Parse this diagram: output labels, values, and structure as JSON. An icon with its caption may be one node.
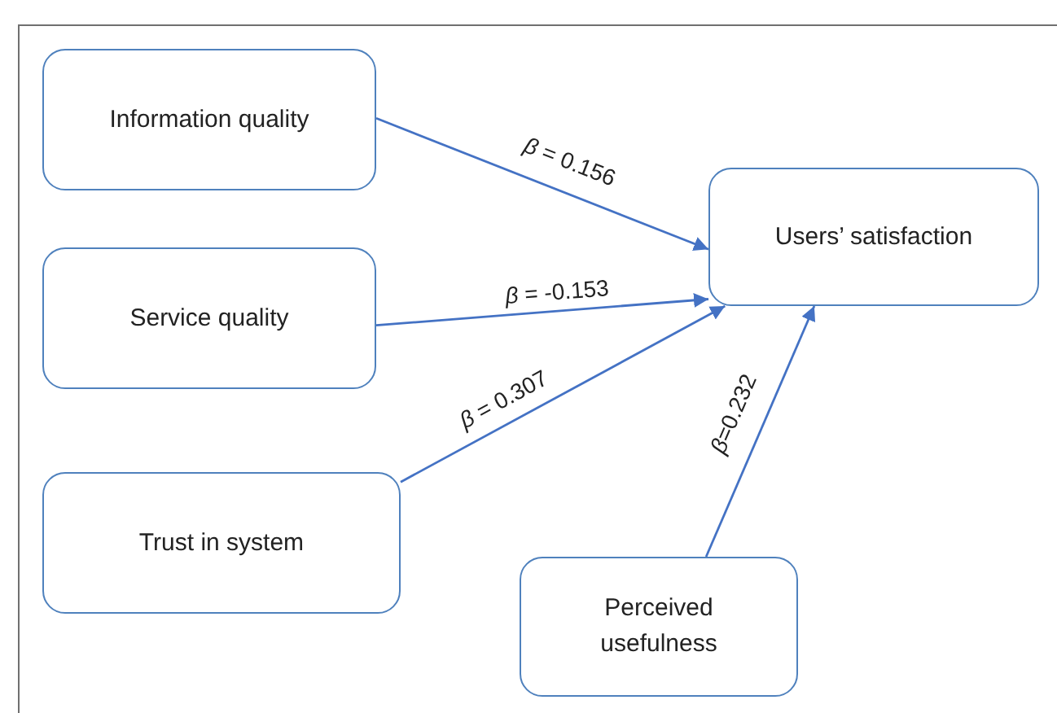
{
  "diagram": {
    "nodes": [
      {
        "text": [
          "Information quality"
        ]
      },
      {
        "text": [
          "Service quality"
        ]
      },
      {
        "text": [
          "Trust in system"
        ]
      },
      {
        "text": [
          "Users’ satisfaction"
        ]
      },
      {
        "text": [
          "Perceived usefulness"
        ]
      }
    ],
    "edges": [
      {
        "from": 0,
        "to": 3,
        "arrow": "to",
        "label": "*β* = 0.156"
      },
      {
        "from": 1,
        "to": 3,
        "arrow": "to",
        "label": "*β* = -0.153"
      },
      {
        "from": 2,
        "to": 3,
        "arrow": "to",
        "label": "*β* = 0.307"
      },
      {
        "from": 4,
        "to": 3,
        "arrow": "to",
        "label": "*β*=0.232"
      }
    ]
  }
}
